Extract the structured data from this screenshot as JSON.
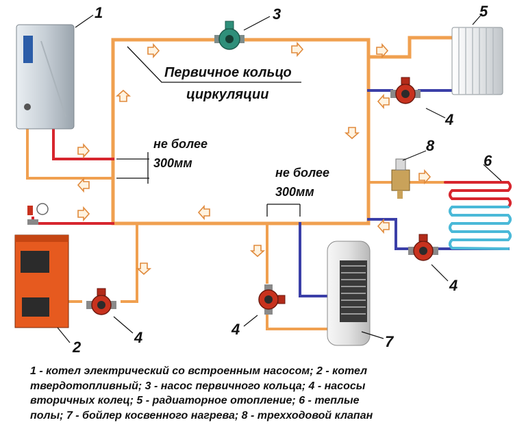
{
  "numbers": {
    "n1": "1",
    "n2": "2",
    "n3": "3",
    "n4a": "4",
    "n4b": "4",
    "n4c": "4",
    "n4d": "4",
    "n5": "5",
    "n6": "6",
    "n7": "7",
    "n8": "8"
  },
  "labels": {
    "primary_ring_line1": "Первичное кольцо",
    "primary_ring_line2": "циркуляции",
    "limit_left_line1": "не более",
    "limit_left_line2": "300мм",
    "limit_right_line1": "не более",
    "limit_right_line2": "300мм"
  },
  "caption": {
    "line1": "1 - котел электрический со встроенным насосом; 2 - котел",
    "line2": "твердотопливный; 3 - насос первичного кольца; 4 - насосы",
    "line3": "вторичных колец; 5 - радиаторное отопление; 6 - теплые",
    "line4": "полы; 7 - бойлер косвенного нагрева; 8 - трехходовой клапан"
  },
  "colors": {
    "hot_pipe": "#f0a050",
    "supply_pipe": "#d7262e",
    "return_pipe": "#3b3fa8",
    "pump_body": "#c8321e",
    "primary_pump": "#2f8f7a",
    "arrow_fill": "#fff3e0"
  },
  "icons": [
    "electric-boiler-icon",
    "solid-fuel-boiler-icon",
    "pump-icon",
    "radiator-icon",
    "underfloor-heating-icon",
    "indirect-water-heater-icon",
    "three-way-valve-icon",
    "pressure-gauge-icon",
    "flow-arrow-icon"
  ]
}
